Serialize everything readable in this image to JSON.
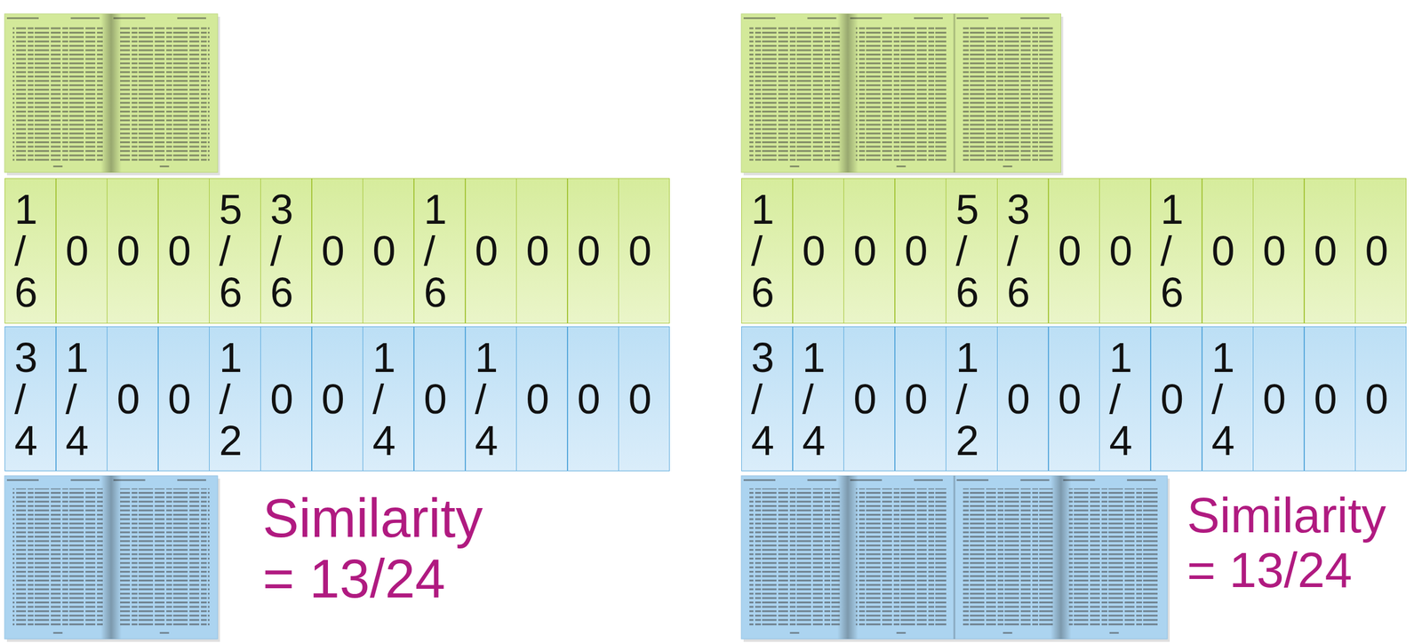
{
  "diagram": {
    "nodes": [
      {
        "text": [
          "1 / 6"
        ]
      },
      {
        "text": [
          "0"
        ]
      },
      {
        "text": [
          "0"
        ]
      },
      {
        "text": [
          "0"
        ]
      },
      {
        "text": [
          "5 / 6"
        ]
      },
      {
        "text": [
          "3 / 6"
        ]
      },
      {
        "text": [
          "0"
        ]
      },
      {
        "text": [
          "0"
        ]
      },
      {
        "text": [
          "1 / 6"
        ]
      },
      {
        "text": [
          "0"
        ]
      },
      {
        "text": [
          "0"
        ]
      },
      {
        "text": [
          "0"
        ]
      },
      {
        "text": [
          "0"
        ]
      },
      {
        "text": [
          "3 / 4"
        ]
      },
      {
        "text": [
          "1 / 4"
        ]
      },
      {
        "text": [
          "0"
        ]
      },
      {
        "text": [
          "0"
        ]
      },
      {
        "text": [
          "1 / 2"
        ]
      },
      {
        "text": [
          "0"
        ]
      },
      {
        "text": [
          "0"
        ]
      },
      {
        "text": [
          "1 / 4"
        ]
      },
      {
        "text": [
          "0"
        ]
      },
      {
        "text": [
          "1 / 4"
        ]
      },
      {
        "text": [
          "0"
        ]
      },
      {
        "text": [
          "0"
        ]
      },
      {
        "text": [
          "0"
        ]
      },
      {
        "text": [
          "1 / 6"
        ]
      },
      {
        "text": [
          "0"
        ]
      },
      {
        "text": [
          "0"
        ]
      },
      {
        "text": [
          "0"
        ]
      },
      {
        "text": [
          "5 / 6"
        ]
      },
      {
        "text": [
          "3 / 6"
        ]
      },
      {
        "text": [
          "0"
        ]
      },
      {
        "text": [
          "0"
        ]
      },
      {
        "text": [
          "1 / 6"
        ]
      },
      {
        "text": [
          "0"
        ]
      },
      {
        "text": [
          "0"
        ]
      },
      {
        "text": [
          "0"
        ]
      },
      {
        "text": [
          "0"
        ]
      },
      {
        "text": [
          "3 / 4"
        ]
      },
      {
        "text": [
          "1 / 4"
        ]
      },
      {
        "text": [
          "0"
        ]
      },
      {
        "text": [
          "0"
        ]
      },
      {
        "text": [
          "1 / 2"
        ]
      },
      {
        "text": [
          "0"
        ]
      },
      {
        "text": [
          "0"
        ]
      },
      {
        "text": [
          "1 / 4"
        ]
      },
      {
        "text": [
          "0"
        ]
      },
      {
        "text": [
          "1 / 4"
        ]
      },
      {
        "text": [
          "0"
        ]
      },
      {
        "text": [
          "0"
        ]
      },
      {
        "text": [
          "0"
        ]
      }
    ],
    "labels": [
      "Similarity = 13/24",
      "Similarity = 13/24"
    ]
  }
}
